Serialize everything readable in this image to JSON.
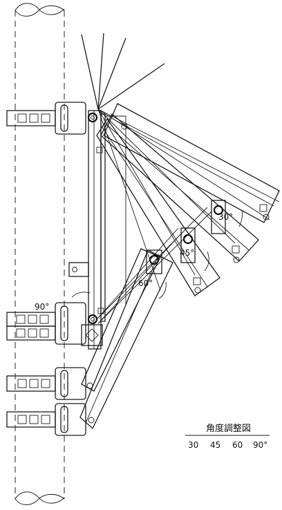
{
  "angle_labels": {
    "a30": "30°",
    "a45": "45°",
    "a60": "60°",
    "a90": "90°"
  },
  "legend": {
    "title": "角度調整図",
    "values": [
      "30",
      "45",
      "60",
      "90°"
    ]
  }
}
